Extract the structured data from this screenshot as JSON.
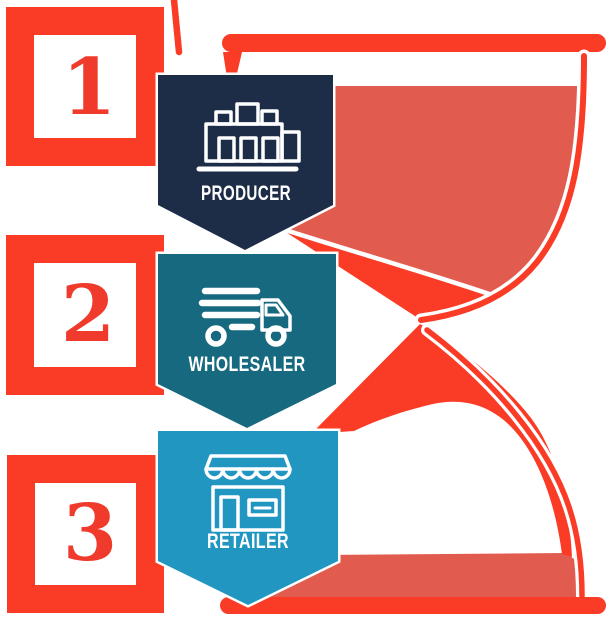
{
  "diagram_title": "distribution-channel-hourglass-infographic",
  "colors": {
    "accent_red": "#fa3b25",
    "sand_salmon": "#e25b4f",
    "producer_navy": "#1d2c47",
    "wholesaler_teal": "#17697f",
    "retailer_blue": "#2196c1",
    "icon_white": "#ffffff"
  },
  "steps": [
    {
      "number": "1",
      "label": "PRODUCER",
      "icon": "factory-icon",
      "banner_color": "#1d2c47"
    },
    {
      "number": "2",
      "label": "WHOLESALER",
      "icon": "truck-icon",
      "banner_color": "#17697f"
    },
    {
      "number": "3",
      "label": "RETAILER",
      "icon": "storefront-icon",
      "banner_color": "#2196c1"
    }
  ],
  "hourglass": {
    "name": "hourglass",
    "frame_color": "#fa3b25",
    "sand_color": "#e25b4f",
    "top_bulb_state": "full",
    "bottom_bulb_state": "filling"
  }
}
